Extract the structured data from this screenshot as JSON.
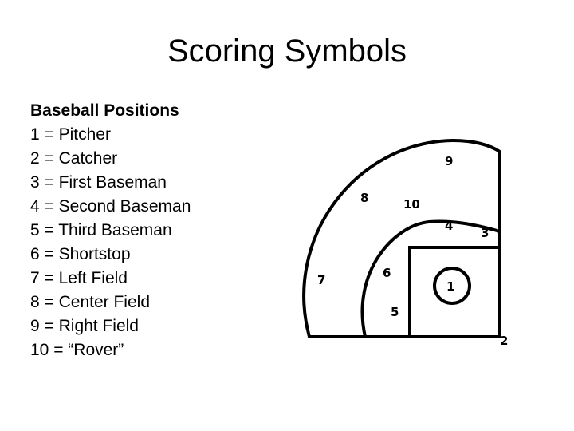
{
  "title": "Scoring Symbols",
  "positions": {
    "heading": "Baseball Positions",
    "items": [
      "1 = Pitcher",
      "2 = Catcher",
      "3 = First Baseman",
      "4 = Second Baseman",
      "5 = Third Baseman",
      "6 = Shortstop",
      "7 = Left Field",
      "8 = Center Field",
      "9 = Right Field",
      "10 = “Rover”"
    ]
  },
  "diagram": {
    "labels": [
      "1",
      "2",
      "3",
      "4",
      "5",
      "6",
      "7",
      "8",
      "9",
      "10"
    ]
  }
}
